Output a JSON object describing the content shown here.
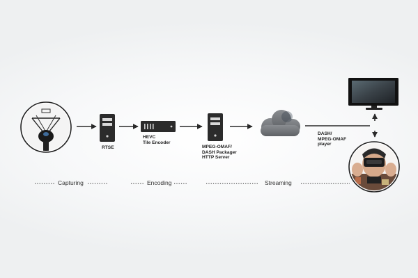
{
  "nodes": {
    "rtse": {
      "label": "RTSE"
    },
    "encoder": {
      "line1": "HEVC",
      "line2": "Tile Encoder"
    },
    "packager": {
      "line1": "MPEG-OMAF/",
      "line2": "DASH Packager",
      "line3": "HTTP Server"
    },
    "player": {
      "line1": "DASH/",
      "line2": "MPEG-OMAF",
      "line3": "player"
    }
  },
  "phases": {
    "capturing": "Capturing",
    "encoding": "Encoding",
    "streaming": "Streaming"
  },
  "colors": {
    "arrow": "#2a2a2a",
    "server": "#2b2b2b",
    "cloud": "#6f7276",
    "dots": "#555555"
  }
}
